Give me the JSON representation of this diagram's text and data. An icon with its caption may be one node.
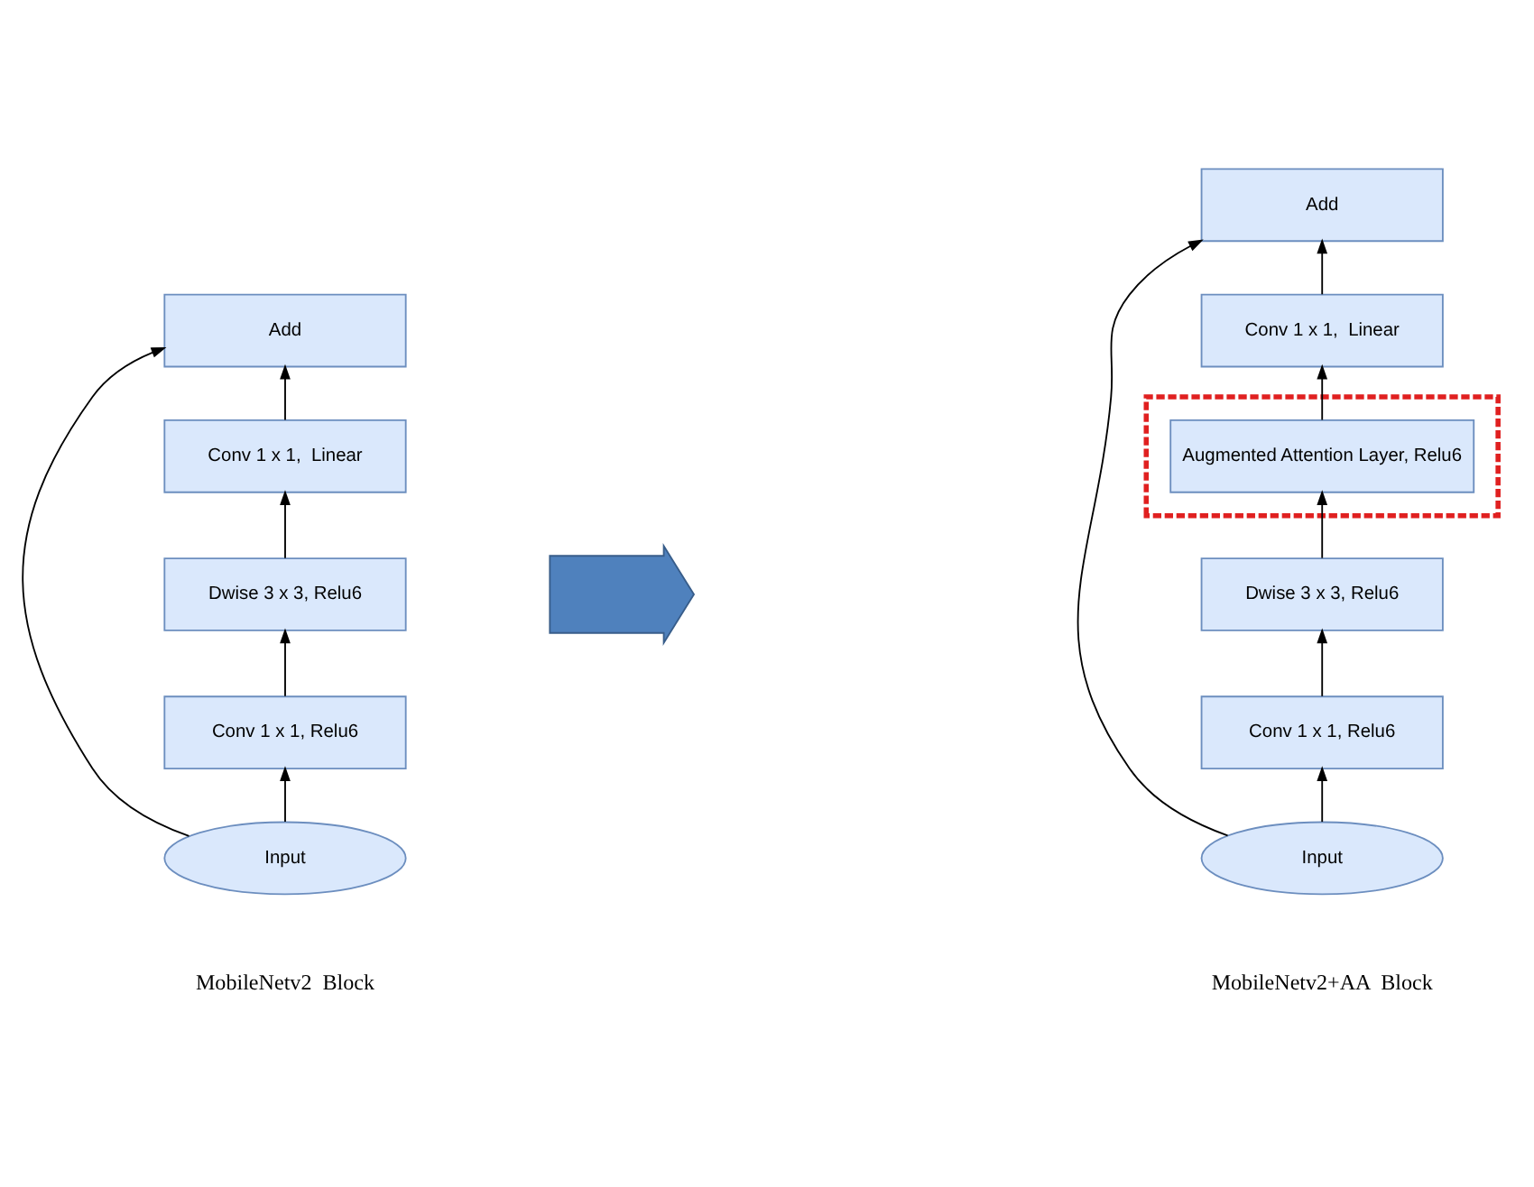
{
  "diagram": {
    "nodes": [
      {
        "text": [
          "Add"
        ]
      },
      {
        "text": [
          "Conv 1 x 1,  Linear"
        ]
      },
      {
        "text": [
          "Dwise 3 x 3, Relu6"
        ]
      },
      {
        "text": [
          "Conv 1 x 1, Relu6"
        ]
      },
      {
        "text": [
          "Input"
        ]
      },
      {
        "text": [],
        "shape": "arrow"
      },
      {
        "text": [
          "Add"
        ]
      },
      {
        "text": [
          "Conv 1 x 1,  Linear"
        ]
      },
      {
        "text": [],
        "shape": "box"
      },
      {
        "text": [
          "Augmented Attention Layer, Relu6"
        ],
        "in": 8
      },
      {
        "text": [
          "Dwise 3 x 3, Relu6"
        ]
      },
      {
        "text": [
          "Conv 1 x 1, Relu6"
        ]
      },
      {
        "text": [
          "Input"
        ]
      }
    ],
    "edges": [
      {
        "from": 4,
        "to": 3,
        "arrow": "to"
      },
      {
        "from": 3,
        "to": 2,
        "arrow": "to"
      },
      {
        "from": 2,
        "to": 1,
        "arrow": "to"
      },
      {
        "from": 1,
        "to": 0,
        "arrow": "to"
      },
      {
        "from": 4,
        "to": 0,
        "arrow": "to"
      },
      {
        "from": 12,
        "to": 11,
        "arrow": "to"
      },
      {
        "from": 11,
        "to": 10,
        "arrow": "to"
      },
      {
        "from": 10,
        "to": 9,
        "arrow": "to"
      },
      {
        "from": 9,
        "to": 7,
        "arrow": "to"
      },
      {
        "from": 7,
        "to": 6,
        "arrow": "to"
      },
      {
        "from": 12,
        "to": 6,
        "arrow": "to"
      }
    ],
    "labels": [
      "MobileNetv2  Block",
      "MobileNetv2+AA  Block"
    ]
  }
}
